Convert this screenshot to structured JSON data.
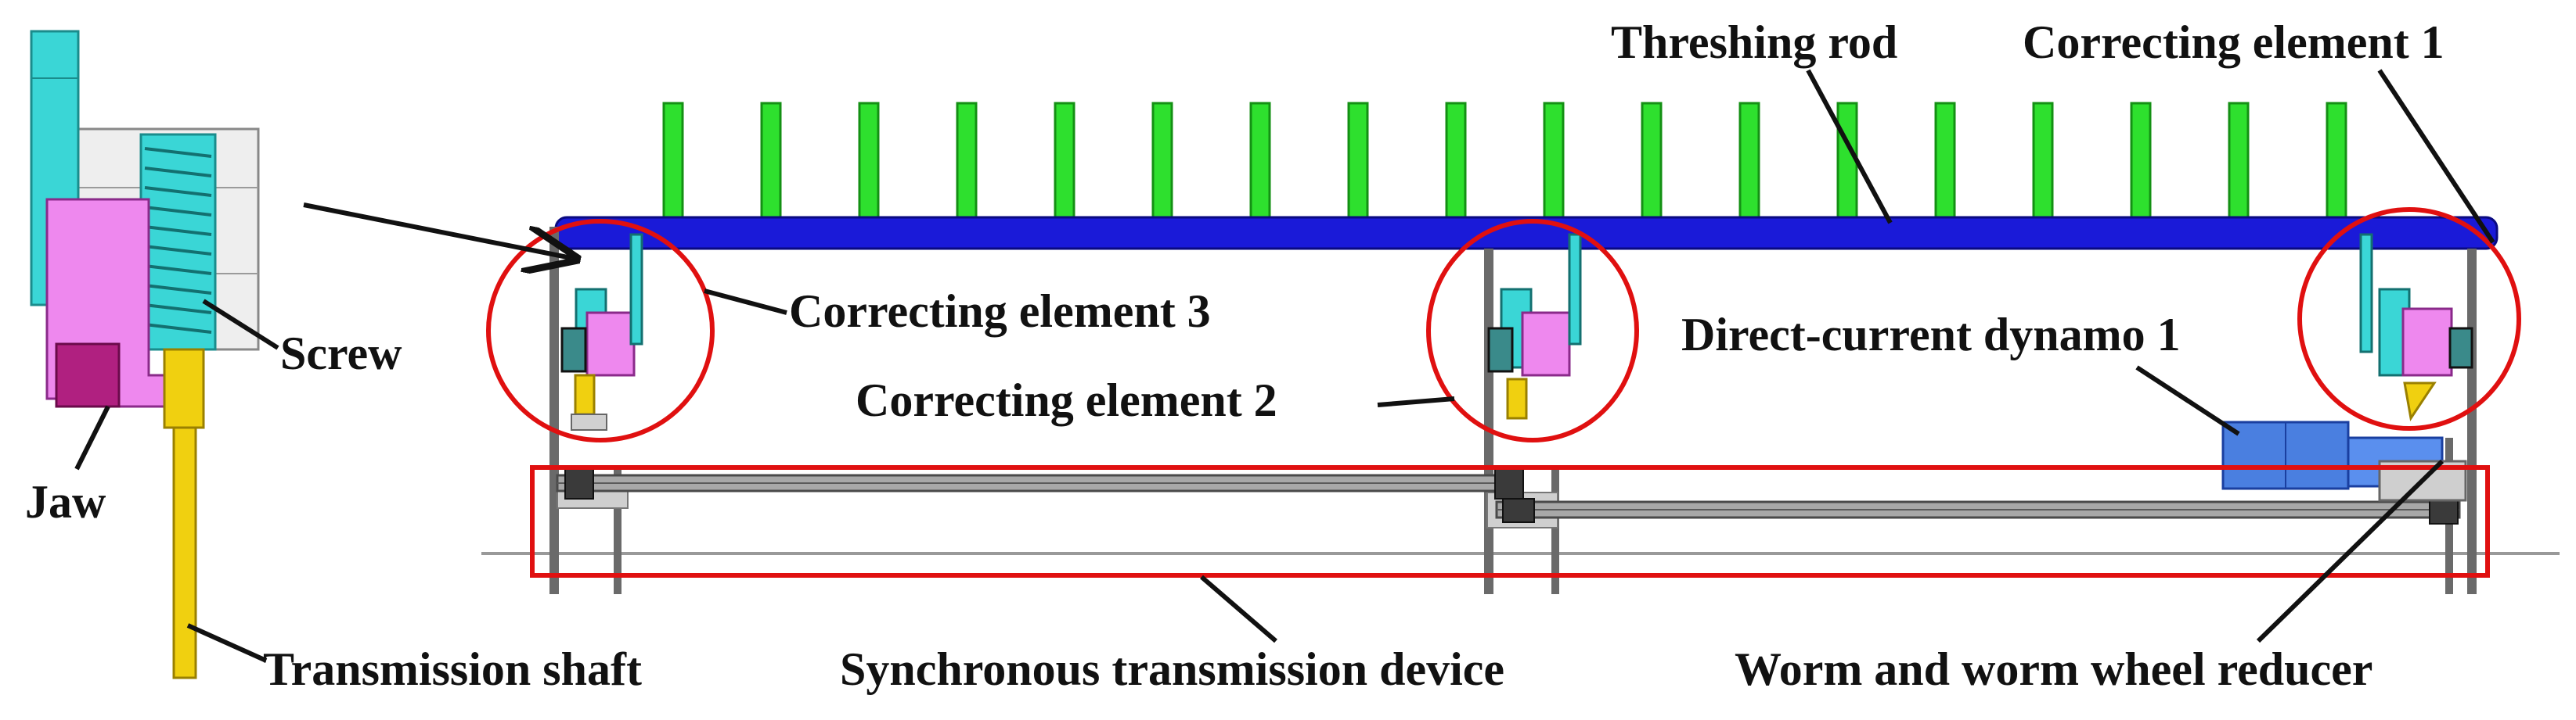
{
  "labels": {
    "threshing_rod": "Threshing rod",
    "correcting_element_1": "Correcting element 1",
    "correcting_element_2": "Correcting element 2",
    "correcting_element_3": "Correcting element 3",
    "direct_current_dynamo_1": "Direct-current dynamo 1",
    "screw": "Screw",
    "jaw": "Jaw",
    "transmission_shaft": "Transmission shaft",
    "synchronous_transmission_device": "Synchronous transmission device",
    "worm_and_worm_wheel_reducer": "Worm and worm wheel reducer"
  },
  "colors": {
    "threshing_rod": "#1a1ad8",
    "teeth": "#2ee02e",
    "highlight": "#e01010",
    "dynamo": "#4a7fe0",
    "jaw": "#ee88ee",
    "screw": "#3ad6d6",
    "shaft": "#f0d010",
    "frame": "#6a6a6a"
  }
}
